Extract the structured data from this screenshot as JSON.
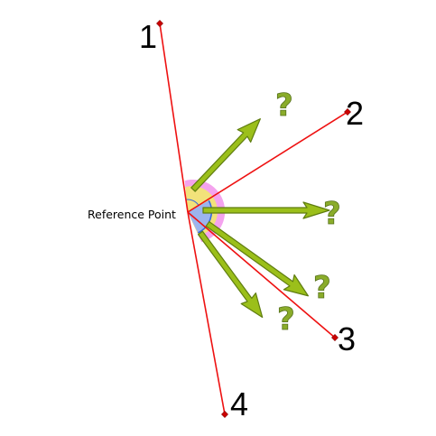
{
  "diagram": {
    "reference_label": "Reference Point",
    "points": [
      {
        "label": "1"
      },
      {
        "label": "2"
      },
      {
        "label": "3"
      },
      {
        "label": "4"
      }
    ],
    "arrows": [
      {
        "label": "?"
      },
      {
        "label": "?"
      },
      {
        "label": "?"
      },
      {
        "label": "?"
      }
    ],
    "colors": {
      "line": "#ee1111",
      "endpoint": "#cc0000",
      "arrow_fill": "#9bbf1a",
      "arrow_stroke": "#5f7d10",
      "question": "#8aac2a",
      "angle_outer": "#f4a3ee",
      "angle_mid": "#f2e27a",
      "angle_inner": "#9cb4ee",
      "angle_arc": "#3366dd"
    }
  }
}
